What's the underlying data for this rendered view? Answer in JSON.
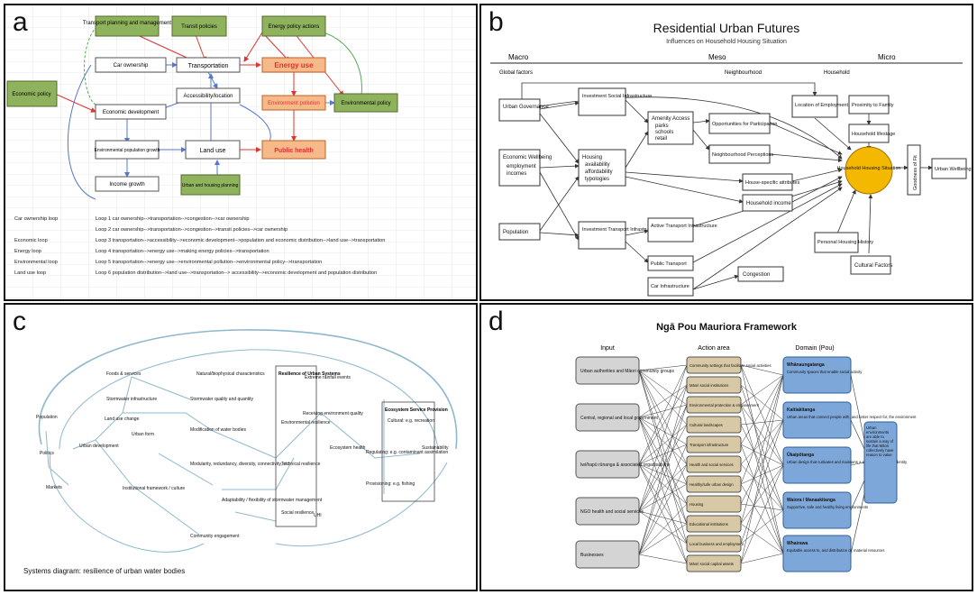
{
  "panels": {
    "a": {
      "letter": "a",
      "nodes": {
        "transport_planning": "Transport planning and management",
        "transit_policies": "Transit policies",
        "energy_policies": "Energy policy actions",
        "economic_policy": "Economic policy",
        "car_ownership": "Car ownership",
        "transportation": "Transportation",
        "energy_use": "Energy use",
        "accessibility": "Accessibility/location",
        "economic_development": "Economic development",
        "environment_pollution": "Environment pollution",
        "environmental_policy": "Environmental policy",
        "population_growth": "Environmental population growth",
        "land_use": "Land use",
        "public_health": "Public health",
        "income_growth": "Income growth",
        "urban_planning": "Urban and housing planning"
      },
      "loops": [
        {
          "name": "Car ownership loop",
          "text": "Loop 1  car ownership-->transportation-->congestion-->car ownership"
        },
        {
          "name": "",
          "text": "Loop 2  car ownership-->transportation-->congestion-->transit policies-->car ownership"
        },
        {
          "name": "Economic loop",
          "text": "Loop 3  transportation-->accessibility-->economic development-->population and economic distribution-->land use-->transportation"
        },
        {
          "name": "Energy loop",
          "text": "Loop 4  transportation-->energy use-->making energy policies-->transportation"
        },
        {
          "name": "Environmental loop",
          "text": "Loop 5  transportation-->energy use-->environmental pollution-->environmental policy-->transportation"
        },
        {
          "name": "Land use loop",
          "text": "Loop 6  population distribution-->land use-->transportation--> accessibility-->economic development and population distribution"
        }
      ]
    },
    "b": {
      "letter": "b",
      "title": "Residential Urban Futures",
      "subtitle": "Influences on Household Housing Situation",
      "scale_macro": "Macro",
      "scale_meso": "Meso",
      "scale_micro": "Micro",
      "sub_global": "Global factors",
      "sub_neighbourhood": "Neighbourhood",
      "sub_household": "Household",
      "nodes": {
        "urban_governance": "Urban Governance",
        "economic_wellbeing": "Economic Wellbeing",
        "economic_items": [
          "employment",
          "incomes"
        ],
        "population": "Population",
        "investment_social": "Investment Social Infrastructure",
        "housing": "Housing",
        "housing_items": [
          "availability",
          "affordability",
          "typologies"
        ],
        "investment_transport": "Investment Transport Infrastructure",
        "amenity_access": "Amenity Access",
        "amenity_items": [
          "parks",
          "schools",
          "retail"
        ],
        "opportunities": "Opportunities for Participation",
        "neighbourhood_perceptions": "Neighbourhood Perceptions",
        "house_specific": "House-specific attributes",
        "household_income": "Household income",
        "active_transport": "Active Transport Infrastructure",
        "public_transport": "Public Transport",
        "car_infrastructure": "Car Infrastructure",
        "congestion": "Congestion",
        "location_employment": "Location of Employment",
        "proximity_family": "Proximity to Family",
        "household_lifestage": "Household lifestage",
        "household_situation": "Household Housing Situation",
        "goodness_of_fit": "Goodness of Fit",
        "urban_wellbeing": "Urban Wellbeing",
        "personal_history": "Personal Housing History",
        "cultural_factors": "Cultural Factors"
      }
    },
    "c": {
      "letter": "c",
      "caption": "Systems diagram: resilience of urban water bodies",
      "box_resilience": "Resilience of Urban Systems",
      "box_ecosystem": "Ecosystem Service Provision",
      "nodes": {
        "population": "Population",
        "politics": "Politics",
        "markets": "Markets",
        "urban_development": "Urban development",
        "foods_services": "Foods & services",
        "stormwater_infra": "Stormwater infrastructure",
        "land_use_change": "Land use change",
        "urban_form": "Urban form",
        "natural_characteristics": "Natural/biophysical characteristics",
        "stormwater_quality": "Stormwater quality and quantity",
        "modification_water": "Modification of water bodies",
        "modularity": "Modularity, redundancy, diversity, connectivity, etc",
        "environmental_resilience": "Environmental resilience",
        "technical_resilience": "Technical resilience",
        "social_resilience": "Social resilience",
        "extreme_events": "Extreme rainfall events",
        "receiving_environment": "Receiving environment quality",
        "ecosystem_health": "Ecosystem health",
        "cultural_recreation": "Cultural: e.g. recreation",
        "regulating": "Regulating: e.g. contaminant assimilation",
        "provisioning": "Provisioning: e.g. fishing",
        "sustainability": "Sustainability",
        "institutional_framework": "Institutional framework / culture",
        "adaptability": "Adaptability / flexibility of stormwater management",
        "community_engagement": "Community engagement",
        "uhi": "UHI"
      }
    },
    "d": {
      "letter": "d",
      "title": "Ngā Pou Mauriora Framework",
      "col_input": "Input",
      "col_action": "Action area",
      "col_domain": "Domain (Pou)",
      "inputs": [
        "Urban authorities and Māori community groups",
        "Central, regional and local government",
        "Iwi/hapū rūnanga & associated organisations",
        "NGO health and social services",
        "Businesses"
      ],
      "actions": [
        "Community settings that facilitate social activities",
        "Māori social institutions",
        "Environmental protection & enhancement",
        "Cultural landscapes",
        "Transport infrastructure",
        "Health and social services",
        "Healthy/safe urban design",
        "Housing",
        "Educational institutions",
        "Local business and employment",
        "Māori social capital assets"
      ],
      "domains": [
        {
          "name": "Whānaungatanga",
          "desc": "Community spaces that enable social activity"
        },
        {
          "name": "Kaitiakitanga",
          "desc": "Urban areas that connect people with, and foster respect for, the environment"
        },
        {
          "name": "Ūkaipōtanga",
          "desc": "Urban design that cultivates and maintains a sense of place and identity"
        },
        {
          "name": "Waiora / Manaakitanga",
          "desc": "Supportive, safe and healthy living environments"
        },
        {
          "name": "Whairawa",
          "desc": "Equitable access to, and distribution of, material resources"
        }
      ],
      "outcome": "Urban environments are able to sustain a way of life that Māori collectively have reason to value"
    }
  }
}
